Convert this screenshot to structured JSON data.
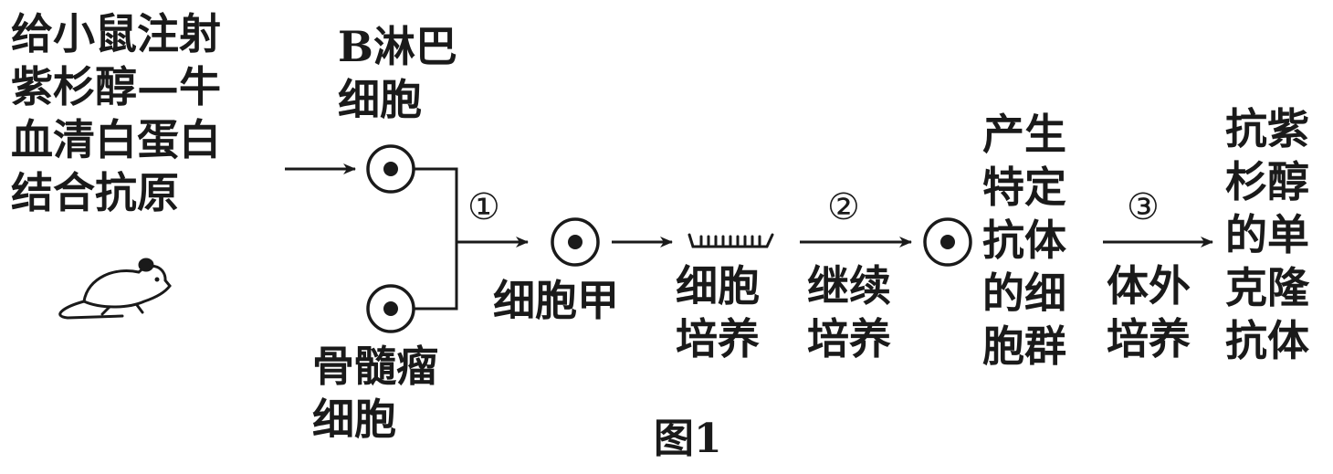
{
  "diagram": {
    "nodes": {
      "antigen": {
        "lines": [
          "给小鼠注射",
          "紫杉醇—牛",
          "血清白蛋白",
          "结合抗原"
        ]
      },
      "b_cell": {
        "lines": [
          "B淋巴",
          "细胞"
        ]
      },
      "myeloma": {
        "lines": [
          "骨髓瘤",
          "细胞"
        ]
      },
      "cell_jia": {
        "label": "细胞甲"
      },
      "culture1": {
        "lines": [
          "细胞",
          "培养"
        ]
      },
      "culture2": {
        "lines": [
          "继续",
          "培养"
        ]
      },
      "specific_group": {
        "lines": [
          "产生",
          "特定",
          "抗体",
          "的细",
          "胞群"
        ]
      },
      "culture3": {
        "lines": [
          "体外",
          "培养"
        ]
      },
      "result": {
        "lines": [
          "抗紫",
          "杉醇",
          "的单",
          "克隆",
          "抗体"
        ]
      }
    },
    "steps": [
      "①",
      "②",
      "③"
    ],
    "caption": "图1"
  }
}
